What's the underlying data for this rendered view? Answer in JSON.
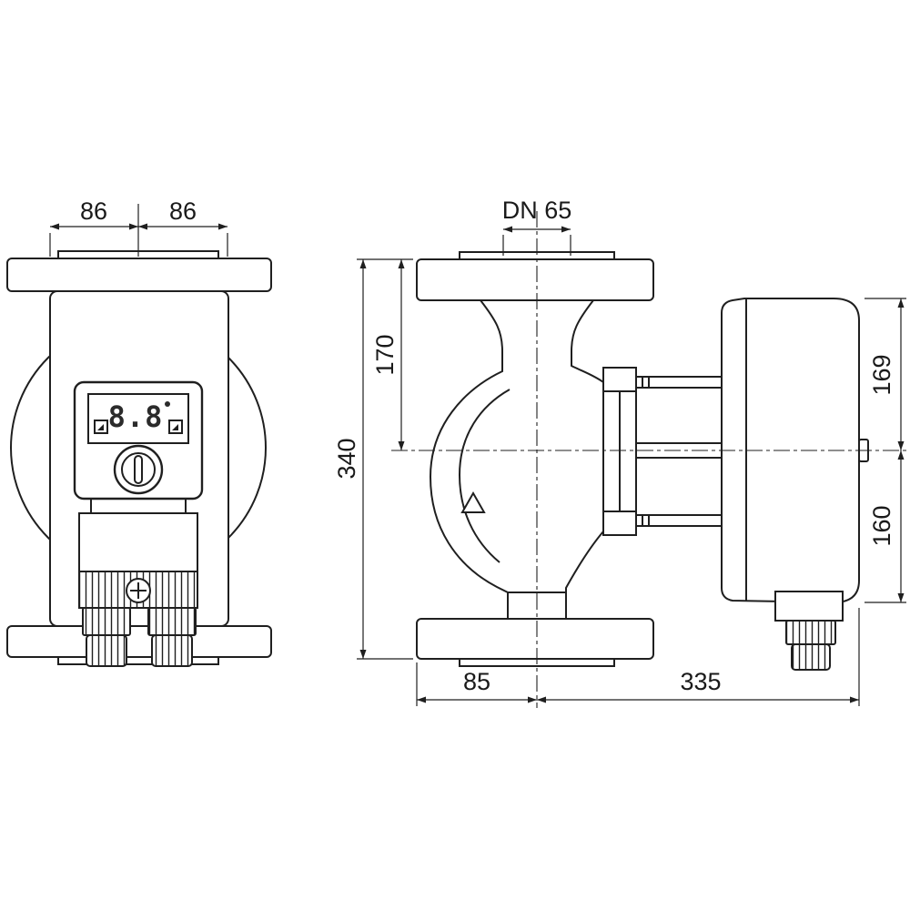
{
  "drawing": {
    "front_view": {
      "dim_width_left": "86",
      "dim_width_right": "86",
      "display_value": "8.8"
    },
    "side_view": {
      "nominal_diameter": "DN 65",
      "dim_flange_to_center": "170",
      "dim_overall_height": "340",
      "dim_center_to_motor_top": "169",
      "dim_center_to_motor_bottom": "160",
      "dim_flange_edge_to_center": "85",
      "dim_center_to_motor_end": "335"
    },
    "colors": {
      "line": "#1f1f1f",
      "display_text": "#2b2b2b"
    }
  }
}
